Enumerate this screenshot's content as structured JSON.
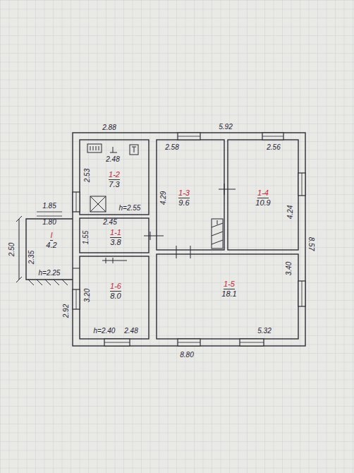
{
  "diagram": {
    "nodes": [
      {
        "text": [
          "1-2",
          "7.3"
        ]
      },
      {
        "text": [
          "1-3",
          "9.6"
        ]
      },
      {
        "text": [
          "1-4",
          "10.9"
        ]
      },
      {
        "text": [
          "I",
          "4.2"
        ]
      },
      {
        "text": [
          "1-1",
          "3.8"
        ]
      },
      {
        "text": [
          "1-6",
          "8.0"
        ]
      },
      {
        "text": [
          "1-5",
          "18.1"
        ]
      }
    ],
    "labels": [
      "2.88",
      "5.92",
      "8.57",
      "8.80",
      "2.92",
      "2.50",
      "1.85",
      "1.80",
      "2.35",
      "h=2.25",
      "2.48",
      "2.53",
      "h=2.55",
      "2.45",
      "1.55",
      "2.58",
      "4.29",
      "2.56",
      "4.24",
      "3.20",
      "h=2.40",
      "2.48",
      "3.40",
      "5.32"
    ]
  }
}
